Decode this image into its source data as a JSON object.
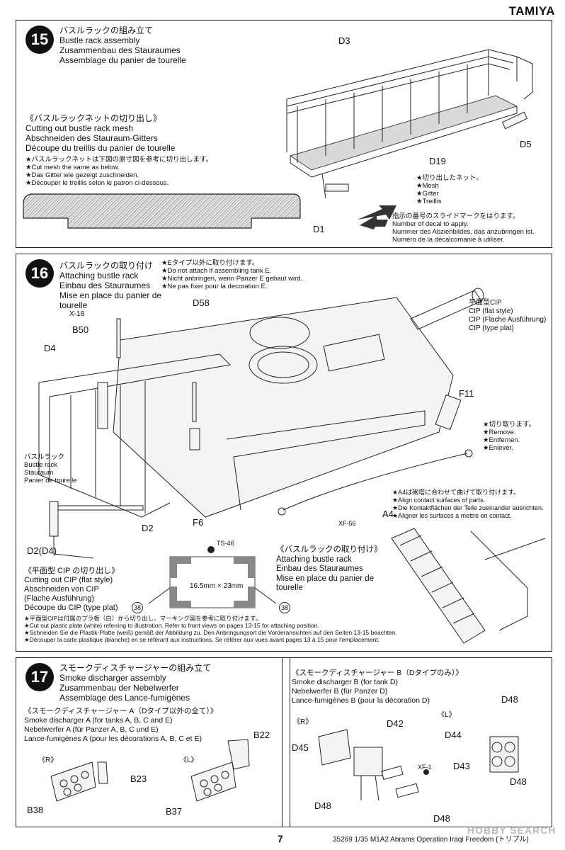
{
  "brand": "TAMIYA",
  "page_number": "7",
  "footer_text": "35269  1/35 M1A2 Abrams Operation Iraqi Freedom (トリプル)",
  "watermark": "HOBBY SEARCH",
  "step15": {
    "number": "15",
    "title": [
      "バスルラックの組み立て",
      "Bustle rack assembly",
      "Zusammenbau des Stauraumes",
      "Assemblage du panier de tourelle"
    ],
    "mesh_title": [
      "《バスルラックネットの切り出し》",
      "Cutting out bustle rack mesh",
      "Abschneiden des Stauraum-Gitters",
      "Découpe du treillis du panier de tourelle"
    ],
    "mesh_notes": [
      "★バスルラックネットは下図の原寸図を参考に切り出します。",
      "★Cut mesh the same as below.",
      "★Das Gitter wie gezeigt zuschneiden.",
      "★Découper le treillis selon le patron ci-dessous."
    ],
    "cut_mesh_note": [
      "★切り出したネット。",
      "★Mesh",
      "★Gitter",
      "★Treillis"
    ],
    "decal_note": [
      "指示の番号のスライドマークをはります。",
      "Number of decal to apply.",
      "Nummer des Abziehbildes, das anzubringen ist.",
      "Numéro de la décalcomanie à utiliser."
    ],
    "parts": {
      "d3": "D3",
      "d5": "D5",
      "d19": "D19",
      "d1": "D1"
    }
  },
  "step16": {
    "number": "16",
    "title": [
      "バスルラックの取り付け",
      "Attaching bustle rack",
      "Einbau des Stauraumes",
      "Mise en place du panier de",
      "tourelle"
    ],
    "e_note": [
      "★Eタイプ以外に取り付けます。",
      "★Do not attach if assembling tank E.",
      "★Nicht anbringen, wenn Panzer E gebaut wird.",
      "★Ne pas fixer pour la decoration E."
    ],
    "cip_label": [
      "平面型CIP",
      "CIP (flat style)",
      "CIP (Flache Ausführung)",
      "CIP (type plat)"
    ],
    "remove_note": [
      "★切り取ります。",
      "★Remove.",
      "★Entfernen.",
      "★Enlever."
    ],
    "align_note": [
      "★A4は砲塔に合わせて曲げて取り付けます。",
      "★Align contact surfaces of parts.",
      "★Die Kontaktflächen der Teile zueinander ausrichten.",
      "★Aligner les surfaces a mettre en contact."
    ],
    "rack_label": [
      "バスルラック",
      "Bustle rack",
      "Stauraum",
      "Panier de tourelle"
    ],
    "cip_cut_title": [
      "《平面型 CIP の切り出し》",
      "Cutting out CIP (flat style)",
      "Abschneiden von CIP",
      "(Flache Ausführung)",
      "Découpe du CIP (type plat)"
    ],
    "cip_size": "16.5mm × 23mm",
    "cip_ts": "TS-46",
    "cip_decal": "38",
    "attach_title": [
      "《バスルラックの取り付け》",
      "Attaching bustle rack",
      "Einbau des Stauraumes",
      "Mise en place du panier de",
      "tourelle"
    ],
    "bottom_notes": [
      "★平面型CIPは付属のプラ板（白）から切り出し、マーキング図を参考に取り付けます。",
      "★Cut out plastic plate (white) referring to illustration. Refer to front views on pages 13-15 for attaching position.",
      "★Schneiden Sie die Plastik-Platte (weiß) gemäß der Abbildung zu. Den Anbringungsort die Vorderansichten auf den Seiten 13-15 beachten.",
      "★Découper la carte plastique (blanche) en se référant aux instructions. Se référer aux vues avant pages 13 à 15 pour l'emplacement."
    ],
    "parts": {
      "x18": "X-18",
      "b50": "B50",
      "d58": "D58",
      "d4": "D4",
      "f11": "F11",
      "f6": "F6",
      "a4": "A4",
      "xf56": "XF-56",
      "d2": "D2",
      "d2d4": "D2(D4)"
    }
  },
  "step17": {
    "number": "17",
    "title": [
      "スモークディスチャージャーの組み立て",
      "Smoke discharger assembly",
      "Zusammenbau der Nebelwerfer",
      "Assemblage des Lance-fumigènes"
    ],
    "a_title": [
      "《スモークディスチャージャー A（Dタイプ以外の全て）》",
      "Smoke discharger A (for tanks A, B, C and E)",
      "Nebelwerfer A (für Panzer A, B, C und E)",
      "Lance-fumigènes A (pour les décorations A, B, C et E)"
    ],
    "b_title": [
      "《スモークディスチャージャー B（Dタイプのみ）》",
      "Smoke discharger B (for tank D)",
      "Nebelwerfer B (für Panzer D)",
      "Lance-fumigènes B (pour la décoration D)"
    ],
    "r": "《R》",
    "l": "《L》",
    "parts": {
      "b22": "B22",
      "b23": "B23",
      "b38": "B38",
      "b37": "B37",
      "d42": "D42",
      "d45": "D45",
      "d48": "D48",
      "d44": "D44",
      "d43": "D43",
      "xf1": "XF-1"
    }
  }
}
